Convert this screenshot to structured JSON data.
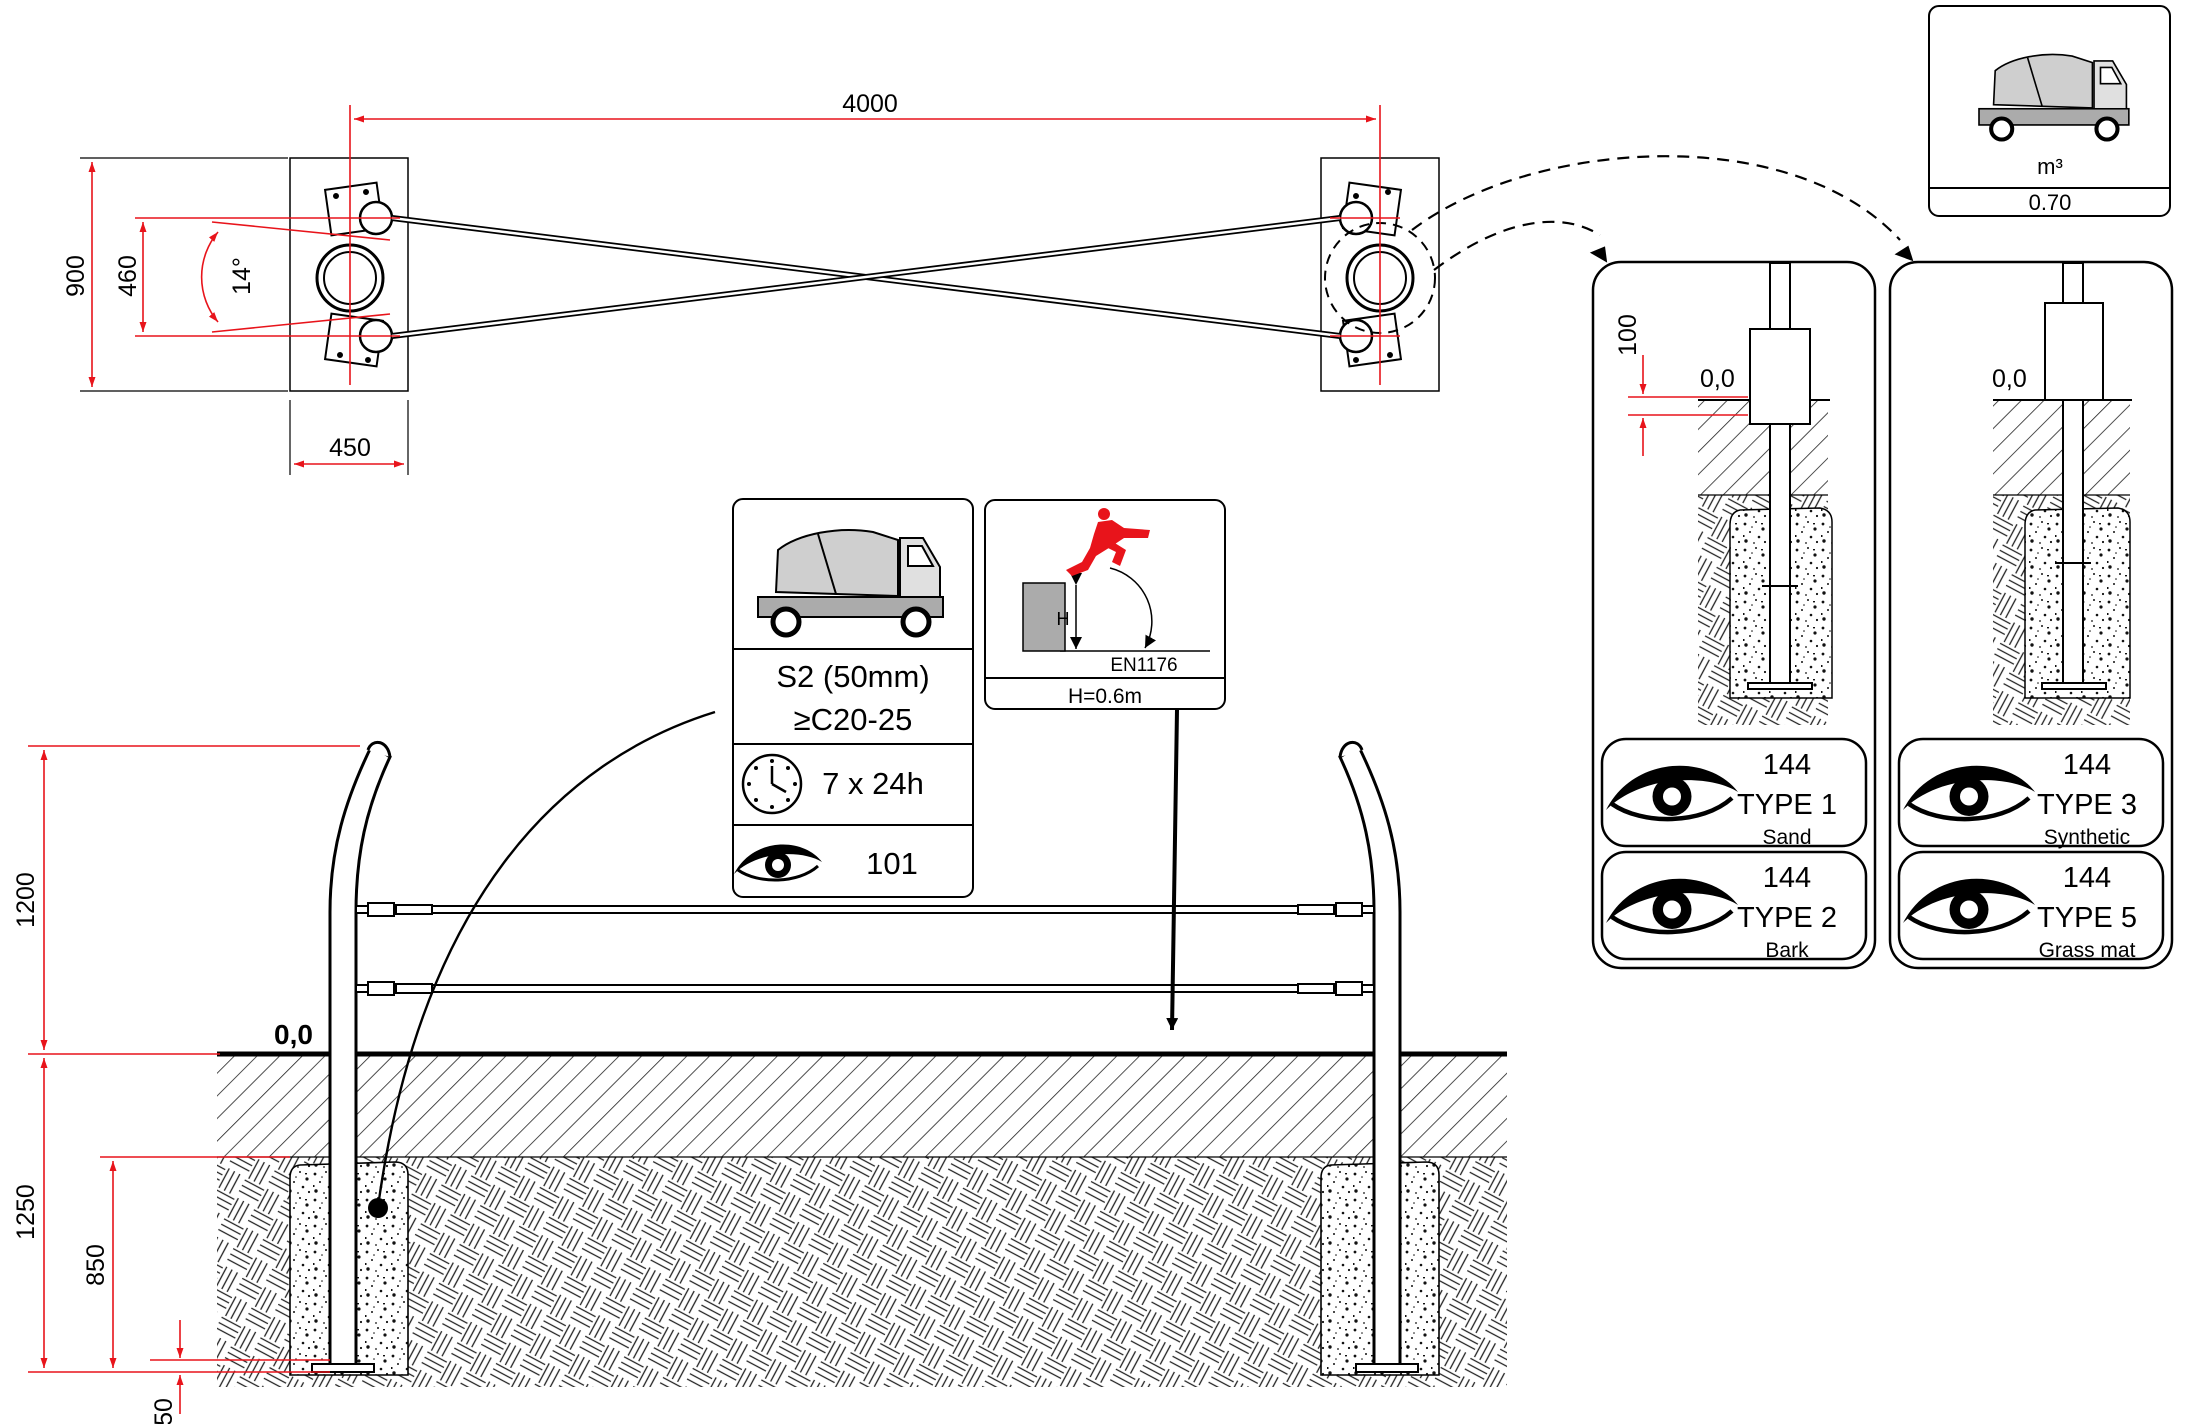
{
  "plan_view": {
    "span": "4000",
    "depth": "900",
    "post_spacing": "460",
    "angle": "14°",
    "footing_width": "450"
  },
  "elevation": {
    "ground_level": "0,0",
    "height_above": "1200",
    "depth_below": "1250",
    "footing_depth": "850",
    "base_offset": "50"
  },
  "concrete_card": {
    "icon": "concrete-mixer-truck-icon",
    "spec_line1": "S2 (50mm)",
    "spec_line2": "≥C20-25",
    "cure_icon": "clock-icon",
    "cure_time": "7 x 24h",
    "inspect_icon": "eye-icon",
    "inspect_value": "101"
  },
  "fall_card": {
    "icon": "falling-person-icon",
    "h_label": "H",
    "standard": "EN1176",
    "fall_height": "H=0.6m"
  },
  "volume_card": {
    "icon": "concrete-mixer-truck-icon",
    "unit": "m³",
    "value": "0.70"
  },
  "detail_left": {
    "dim_value": "100",
    "level": "0,0",
    "surfaces": [
      {
        "code": "144",
        "type": "TYPE 1",
        "name": "Sand"
      },
      {
        "code": "144",
        "type": "TYPE 2",
        "name": "Bark"
      }
    ]
  },
  "detail_right": {
    "level": "0,0",
    "surfaces": [
      {
        "code": "144",
        "type": "TYPE 3",
        "name": "Synthetic"
      },
      {
        "code": "144",
        "type": "TYPE 5",
        "name": "Grass mat"
      }
    ]
  },
  "colors": {
    "dimension": "#e8141b",
    "line": "#000000",
    "surface_grey": "#ababab",
    "falling_person": "#e8141b"
  }
}
